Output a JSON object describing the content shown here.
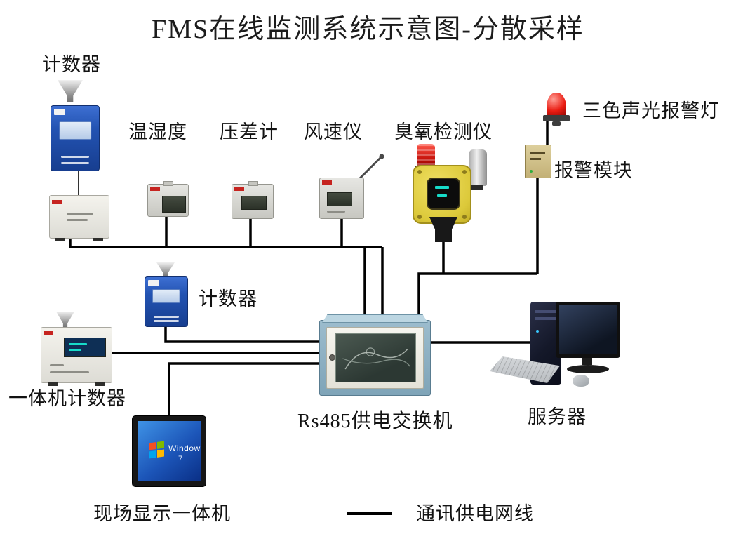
{
  "diagram": {
    "title": "FMS在线监测系统示意图-分散采样",
    "labels": {
      "counter_top": "计数器",
      "temp_humidity": "温湿度",
      "pressure_gauge": "压差计",
      "anemometer": "风速仪",
      "ozone_detector": "臭氧检测仪",
      "alarm_light": "三色声光报警灯",
      "alarm_module": "报警模块",
      "counter_mid": "计数器",
      "aio_counter": "一体机计数器",
      "rs485_switch": "Rs485供电交换机",
      "server": "服务器",
      "field_display": "现场显示一体机",
      "legend_cable": "通讯供电网线"
    },
    "display_screen": {
      "windows_text": "Windows",
      "windows_version": "7"
    },
    "colors": {
      "wire": "#000000",
      "counter_body_blue": "#2353b2",
      "ozone_yellow": "#dcc93a",
      "alarm_red": "#ea1c12",
      "cabinet_frame_blue": "#8fb3c4",
      "windows_screen_blue": "#1c55b8"
    }
  }
}
